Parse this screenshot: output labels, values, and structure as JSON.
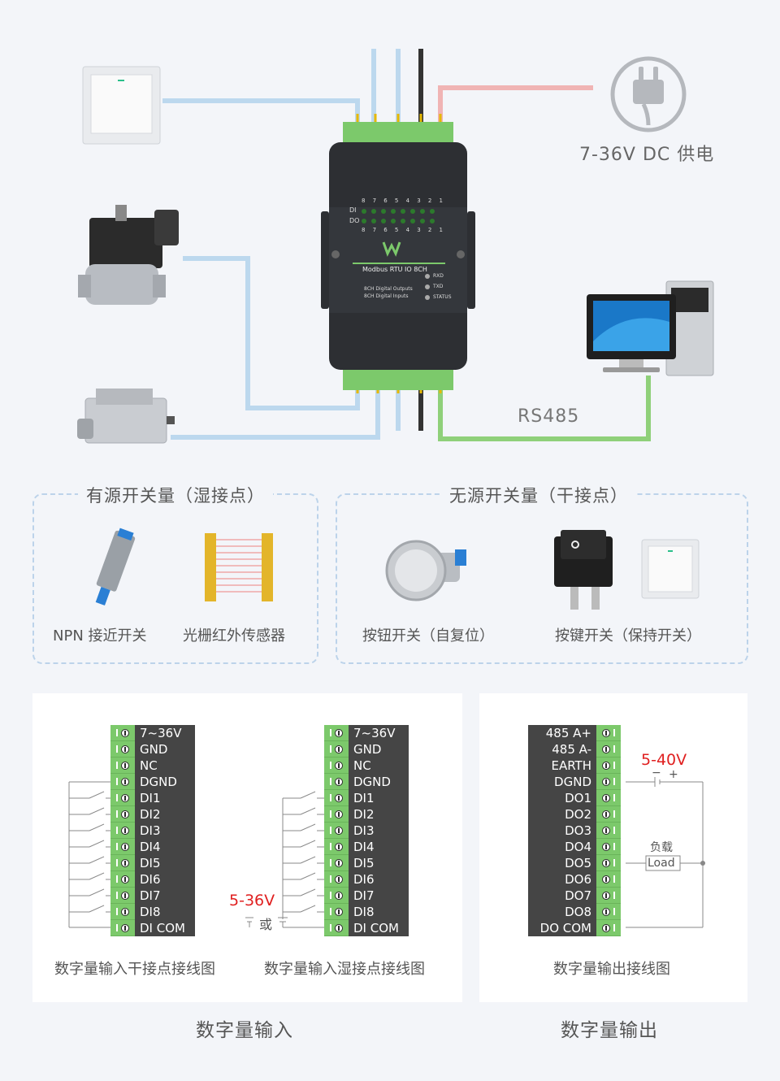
{
  "power": {
    "label": "7-36V DC 供电"
  },
  "rs485": {
    "label": "RS485"
  },
  "device": {
    "model": "Modbus RTU IO 8CH",
    "desc1": "8CH Digital Outputs",
    "desc2": "8CH Digital Inputs",
    "led_rxd": "RXD",
    "led_txd": "TXD",
    "led_status": "STATUS",
    "row_di": "DI",
    "row_do": "DO",
    "numbers": [
      "8",
      "7",
      "6",
      "5",
      "4",
      "3",
      "2",
      "1"
    ]
  },
  "wet": {
    "title": "有源开关量（湿接点）",
    "item1": "NPN 接近开关",
    "item2": "光栅红外传感器"
  },
  "dry": {
    "title": "无源开关量（干接点）",
    "item1": "按钮开关（自复位）",
    "item2": "按键开关（保持开关）"
  },
  "input_labels": [
    "7~36V",
    "GND",
    "NC",
    "DGND",
    "DI1",
    "DI2",
    "DI3",
    "DI4",
    "DI5",
    "DI6",
    "DI7",
    "DI8",
    "DI COM"
  ],
  "output_labels": [
    "485 A+",
    "485 A-",
    "EARTH",
    "DGND",
    "DO1",
    "DO2",
    "DO3",
    "DO4",
    "DO5",
    "DO6",
    "DO7",
    "DO8",
    "DO COM"
  ],
  "diagram1": {
    "caption": "数字量输入干接点接线图"
  },
  "diagram2": {
    "caption": "数字量输入湿接点接线图",
    "voltage": "5-36V",
    "source": "或"
  },
  "diagram3": {
    "caption": "数字量输出接线图",
    "voltage": "5-40V",
    "load_cn": "负载",
    "load_en": "Load"
  },
  "section_input": "数字量输入",
  "section_output": "数字量输出",
  "colors": {
    "wire_blue": "#bcd8ee",
    "wire_red": "#f0b4b4",
    "wire_green": "#8fd07a",
    "terminal_green": "#7cc96b",
    "voltage_red": "#e02020"
  }
}
